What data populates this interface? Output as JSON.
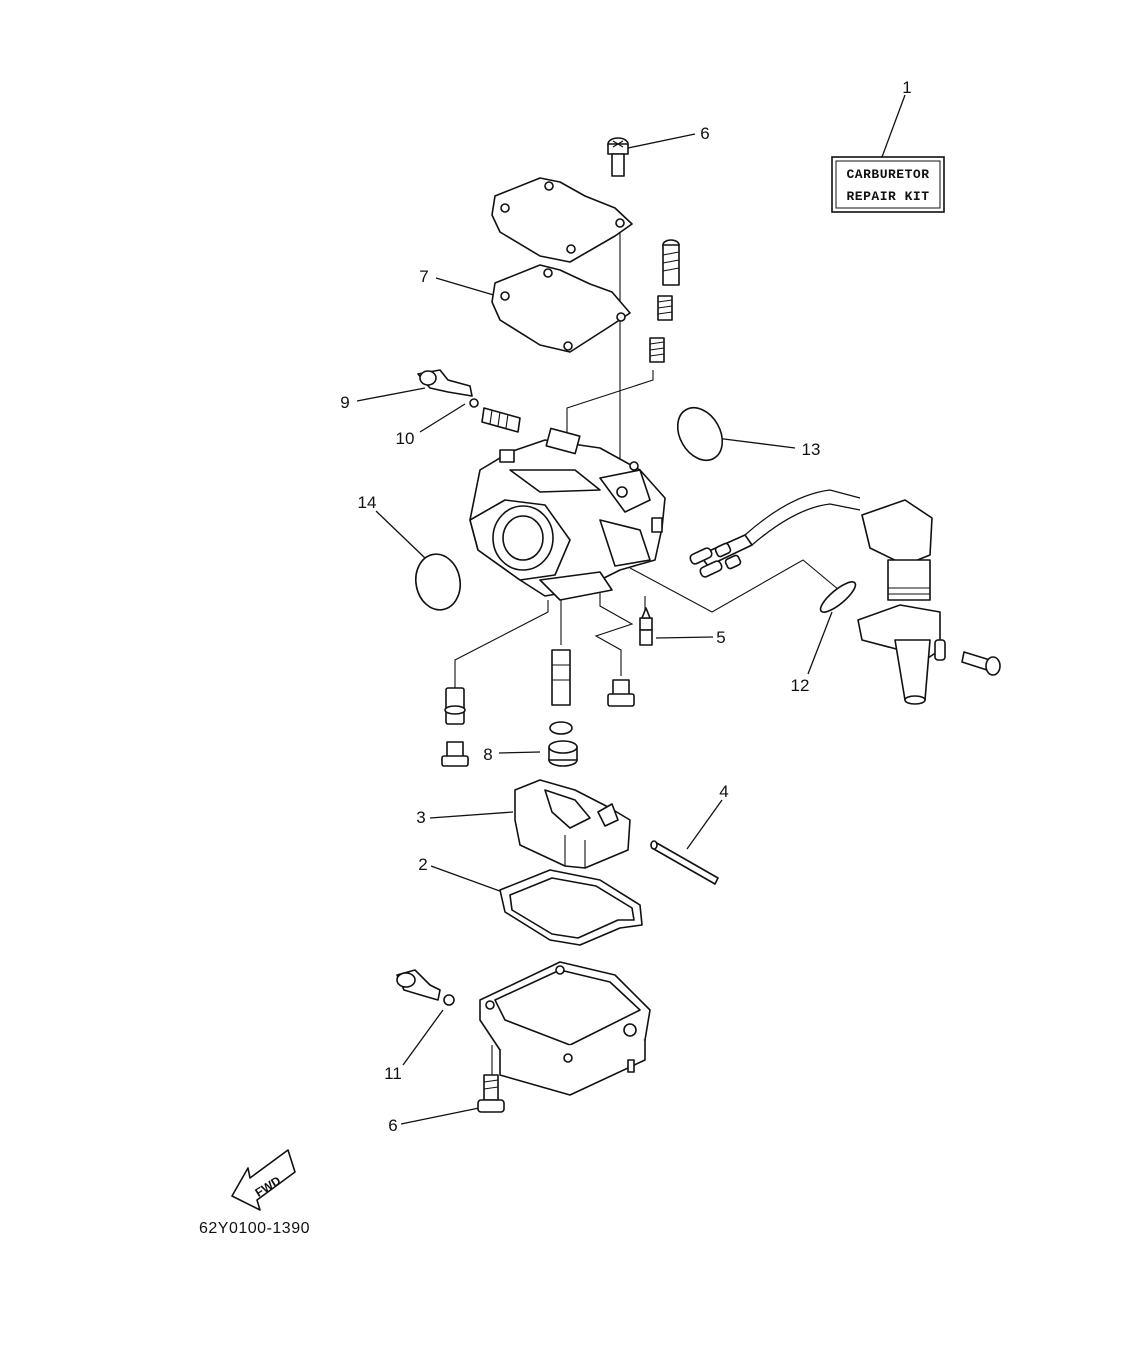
{
  "diagram": {
    "kit_label_line1": "CARBURETOR",
    "kit_label_line2": "REPAIR KIT",
    "fwd_label": "FWD",
    "drawing_code": "62Y0100-1390",
    "callouts": {
      "c1": "1",
      "c2": "2",
      "c3": "3",
      "c4": "4",
      "c5": "5",
      "c6_top": "6",
      "c6_bottom": "6",
      "c7": "7",
      "c8": "8",
      "c9": "9",
      "c10": "10",
      "c11": "11",
      "c12": "12",
      "c13": "13",
      "c14": "14"
    }
  }
}
